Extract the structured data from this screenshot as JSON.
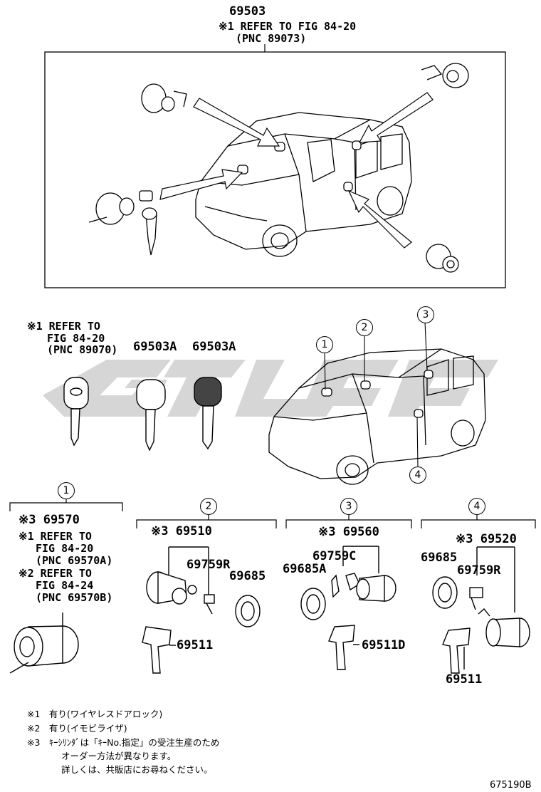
{
  "top": {
    "part_number": "69503",
    "ref_line1": "※1 REFER TO FIG 84-20",
    "ref_line2": "(PNC 89073)"
  },
  "keys_section": {
    "ref_line1": "※1 REFER TO",
    "ref_line2": "FIG 84-20",
    "ref_line3": "(PNC 89070)",
    "key_a": "69503A",
    "key_b": "69503A"
  },
  "locations": [
    "1",
    "2",
    "3",
    "4"
  ],
  "group1": {
    "number": "1",
    "part": "※3 69570",
    "ref1_line1": "※1 REFER TO",
    "ref1_line2": "FIG 84-20",
    "ref1_line3": "(PNC 69570A)",
    "ref2_line1": "※2 REFER TO",
    "ref2_line2": "FIG 84-24",
    "ref2_line3": "(PNC 69570B)"
  },
  "group2": {
    "number": "2",
    "part": "※3 69510",
    "p1": "69759R",
    "p2": "69685",
    "p3": "69511"
  },
  "group3": {
    "number": "3",
    "part": "※3 69560",
    "p1": "69759C",
    "p2": "69685A",
    "p3": "69511D"
  },
  "group4": {
    "number": "4",
    "part": "※3 69520",
    "p1": "69685",
    "p2": "69759R",
    "p3": "69511"
  },
  "notes": {
    "n1": "※1　有り(ワイヤレスドアロック)",
    "n2": "※2　有り(イモビライザ)",
    "n3_line1": "※3　ｷｰｼﾘﾝﾀﾞは「ｷｰNo.指定」の受注生産のため",
    "n3_line2": "オーダー方法が異なります。",
    "n3_line3": "詳しくは、共販店にお尋ねください。"
  },
  "figure_id": "675190B"
}
